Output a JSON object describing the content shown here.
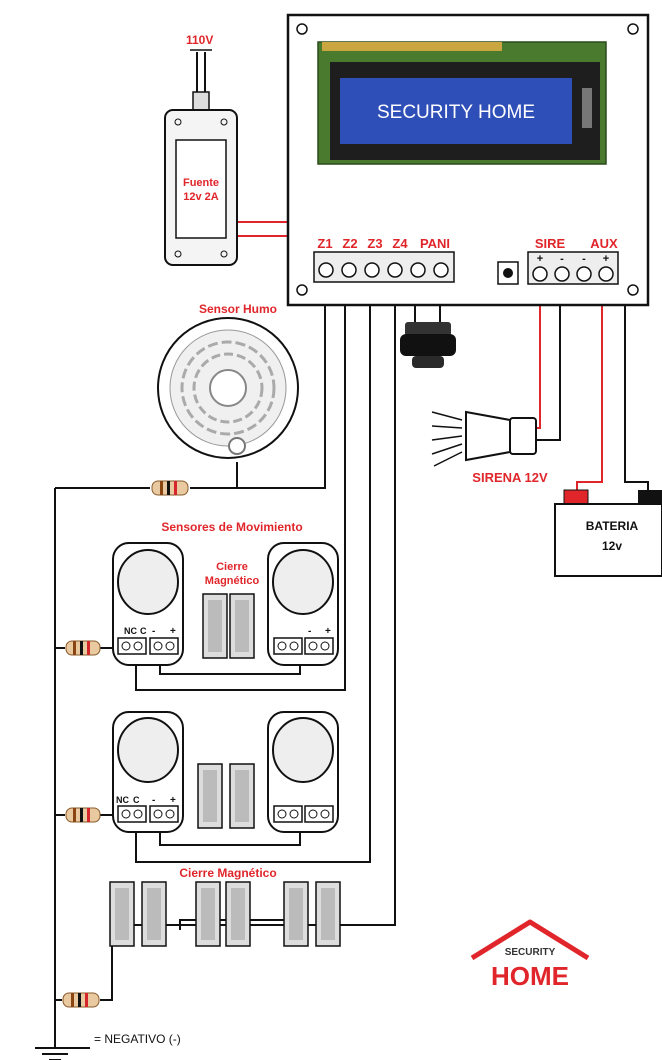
{
  "power": {
    "voltage_label": "110V",
    "supply_line1": "Fuente",
    "supply_line2": "12v 2A"
  },
  "panel": {
    "display_text": "SECURITY  HOME",
    "zones": [
      "Z1",
      "Z2",
      "Z3",
      "Z4",
      "PANI"
    ],
    "siren_label": "SIRE",
    "aux_label": "AUX",
    "plus": "+",
    "minus": "-"
  },
  "smoke_sensor": {
    "label": "Sensor Humo"
  },
  "siren": {
    "label": "SIRENA 12V"
  },
  "battery": {
    "line1": "BATERIA",
    "line2": "12v"
  },
  "motion_group": {
    "title": "Sensores de  Movimiento",
    "magnetic_line1": "Cierre",
    "magnetic_line2": "Magnético"
  },
  "sensor_terminals": {
    "nc": "NC",
    "c": "C",
    "minus": "-",
    "plus": "+"
  },
  "magnetic_row": {
    "title": "Cierre  Magnético"
  },
  "ground": {
    "label": "= NEGATIVO  (-)"
  },
  "logo": {
    "top": "SECURITY",
    "bottom": "HOME"
  },
  "colors": {
    "wire_red": "#e0262b",
    "wire_black": "#111111",
    "lcd_blue": "#2f4fb8",
    "pcb_green": "#4a7a2e",
    "logo_red": "#e0262b"
  }
}
